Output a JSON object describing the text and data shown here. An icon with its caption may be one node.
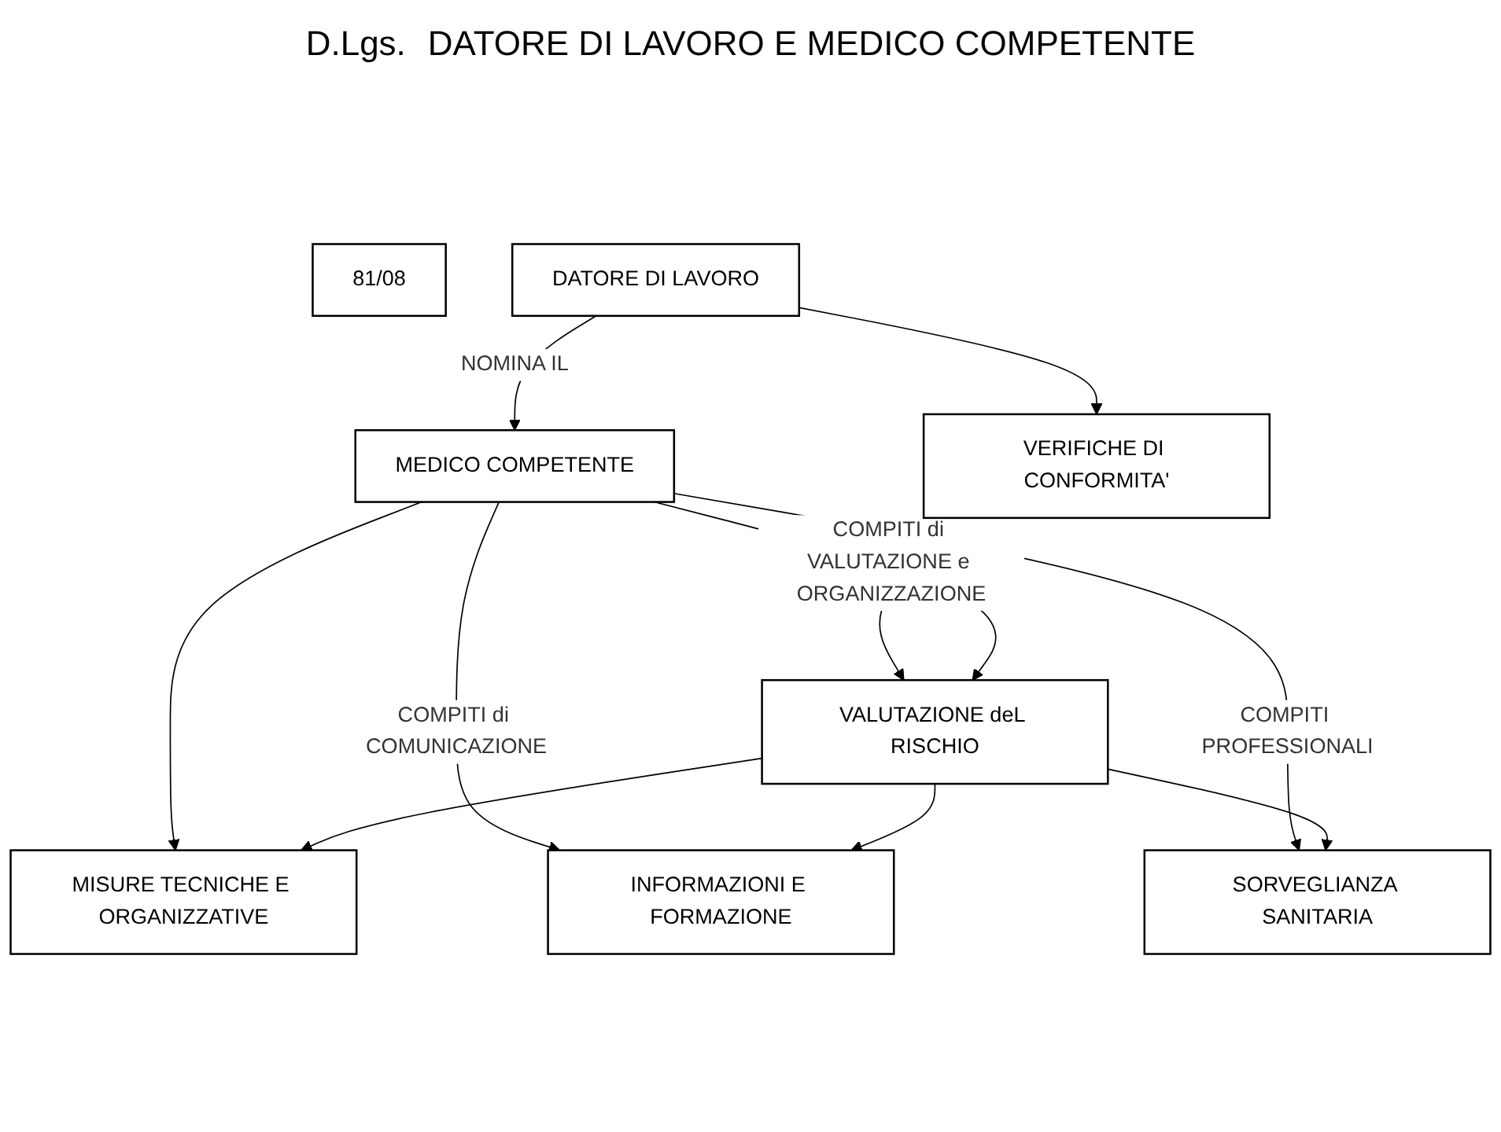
{
  "diagram": {
    "title": "DATORE DI LAVORO E MEDICO COMPETENTE",
    "nodes": [
      {
        "text": [
          "81/08"
        ]
      },
      {
        "text": [
          "DATORE DI LAVORO"
        ]
      },
      {
        "text": [
          "MEDICO COMPETENTE"
        ]
      },
      {
        "text": [
          "VERIFICHE DI CONFORMITA'"
        ]
      },
      {
        "text": [
          "VALUTAZIONE deL RISCHIO"
        ]
      },
      {
        "text": [
          "MISURE TECNICHE E ORGANIZZATIVE"
        ]
      },
      {
        "text": [
          "INFORMAZIONI E FORMAZIONE"
        ]
      },
      {
        "text": [
          "SORVEGLIANZA SANITARIA"
        ]
      }
    ],
    "edges": [
      {
        "from": 1,
        "to": 2,
        "arrow": "to",
        "label": "NOMINA IL"
      },
      {
        "from": 1,
        "to": 3,
        "arrow": "to"
      },
      {
        "from": 3,
        "to": 4,
        "arrow": "to"
      },
      {
        "from": 2,
        "to": 4,
        "arrow": "to",
        "label": "COMPITI di VALUTAZIONE e ORGANIZZAZIONE"
      },
      {
        "from": 2,
        "to": 5,
        "arrow": "to"
      },
      {
        "from": 2,
        "to": 6,
        "arrow": "to",
        "label": "COMPITI di COMUNICAZIONE"
      },
      {
        "from": 2,
        "to": 7,
        "arrow": "to",
        "label": "COMPITI PROFESSIONALI"
      },
      {
        "from": 4,
        "to": 5,
        "arrow": "to"
      },
      {
        "from": 4,
        "to": 6,
        "arrow": "to"
      },
      {
        "from": 4,
        "to": 7,
        "arrow": "to"
      }
    ],
    "labels": [
      "D.Lgs."
    ]
  }
}
